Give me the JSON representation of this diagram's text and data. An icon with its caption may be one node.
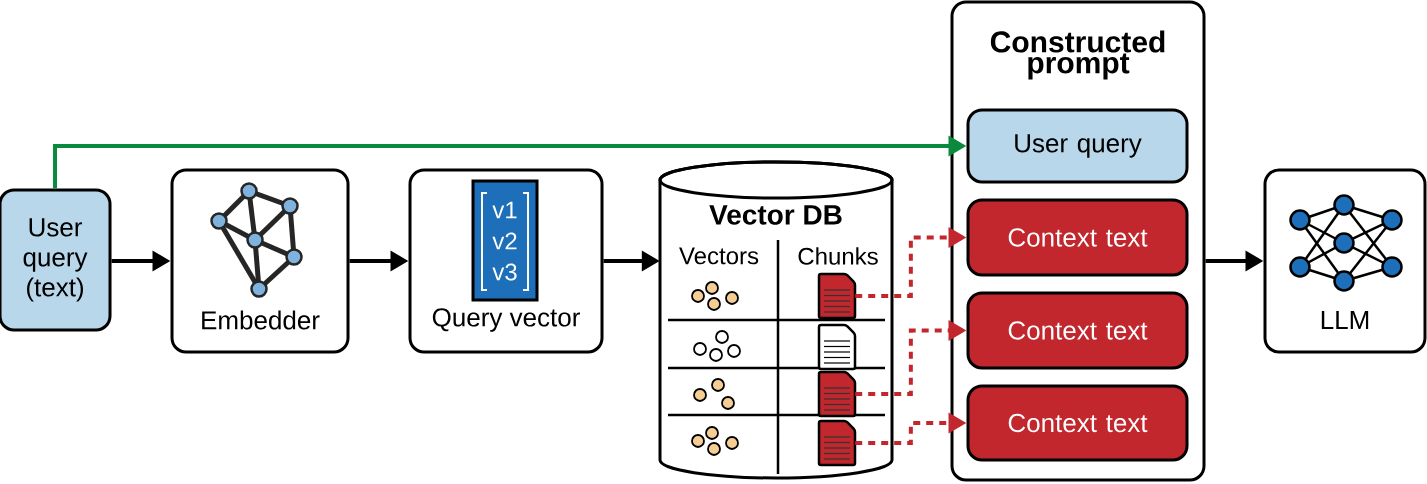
{
  "diagram": {
    "nodes": [
      {
        "text": [
          "User query (text)"
        ]
      },
      {
        "text": [
          "Embedder"
        ]
      },
      {
        "text": [
          "Query vector"
        ]
      },
      {
        "text": [
          "Vector DB",
          "Vectors",
          "Chunks"
        ]
      },
      {
        "text": [],
        "shape": "document",
        "in": 3
      },
      {
        "text": [],
        "shape": "document",
        "in": 3
      },
      {
        "text": [],
        "shape": "document",
        "in": 3
      },
      {
        "text": [],
        "shape": "document",
        "in": 3
      },
      {
        "text": [
          "Constructed prompt"
        ]
      },
      {
        "text": [
          "User query"
        ],
        "in": 8
      },
      {
        "text": [
          "Context text"
        ],
        "in": 8
      },
      {
        "text": [
          "Context text"
        ],
        "in": 8
      },
      {
        "text": [
          "Context text"
        ],
        "in": 8
      },
      {
        "text": [
          "LLM"
        ]
      }
    ],
    "edges": [
      {
        "from": 0,
        "to": 1,
        "arrow": "to"
      },
      {
        "from": 1,
        "to": 2,
        "arrow": "to"
      },
      {
        "from": 2,
        "to": 3,
        "arrow": "to"
      },
      {
        "from": 0,
        "to": 9,
        "arrow": "to",
        "color": "#0a8a3c"
      },
      {
        "from": 4,
        "to": 10,
        "arrow": "to",
        "style": "dashed",
        "color": "#c1272d"
      },
      {
        "from": 6,
        "to": 11,
        "arrow": "to",
        "style": "dashed",
        "color": "#c1272d"
      },
      {
        "from": 7,
        "to": 12,
        "arrow": "to",
        "style": "dashed",
        "color": "#c1272d"
      },
      {
        "from": 8,
        "to": 13,
        "arrow": "to"
      }
    ],
    "labels": [
      "v1",
      "v2",
      "v3"
    ]
  }
}
